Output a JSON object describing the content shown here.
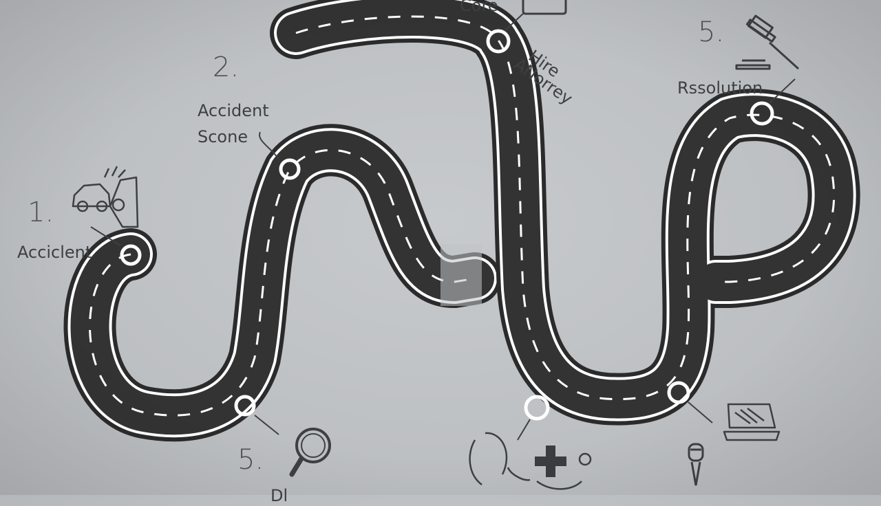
{
  "colors": {
    "background": "#bfc2c5",
    "road": "#333333",
    "road_edge": "#ffffff",
    "lane_dash": "#ffffff",
    "marker": "#ffffff",
    "ink": "#3d3f42"
  },
  "labels": {
    "step1_number": "1.",
    "step1_text": "Acciclent",
    "step2_number": "2.",
    "step2_line1": "Accident",
    "step2_line2": "Scone",
    "top_text": "Core",
    "hire_line1": "Hire",
    "hire_line2": "ANorrey",
    "step5_top_number": "5.",
    "step5_top_text": "Rssolution",
    "step5_bottom_number": "5.",
    "bottom_text_partial": "Dl"
  },
  "icons": [
    "car-crash-icon",
    "magnifier-icon",
    "notebook-icon",
    "gavel-icon",
    "doctor-medical-icon",
    "laptop-icon",
    "pin-icon"
  ]
}
